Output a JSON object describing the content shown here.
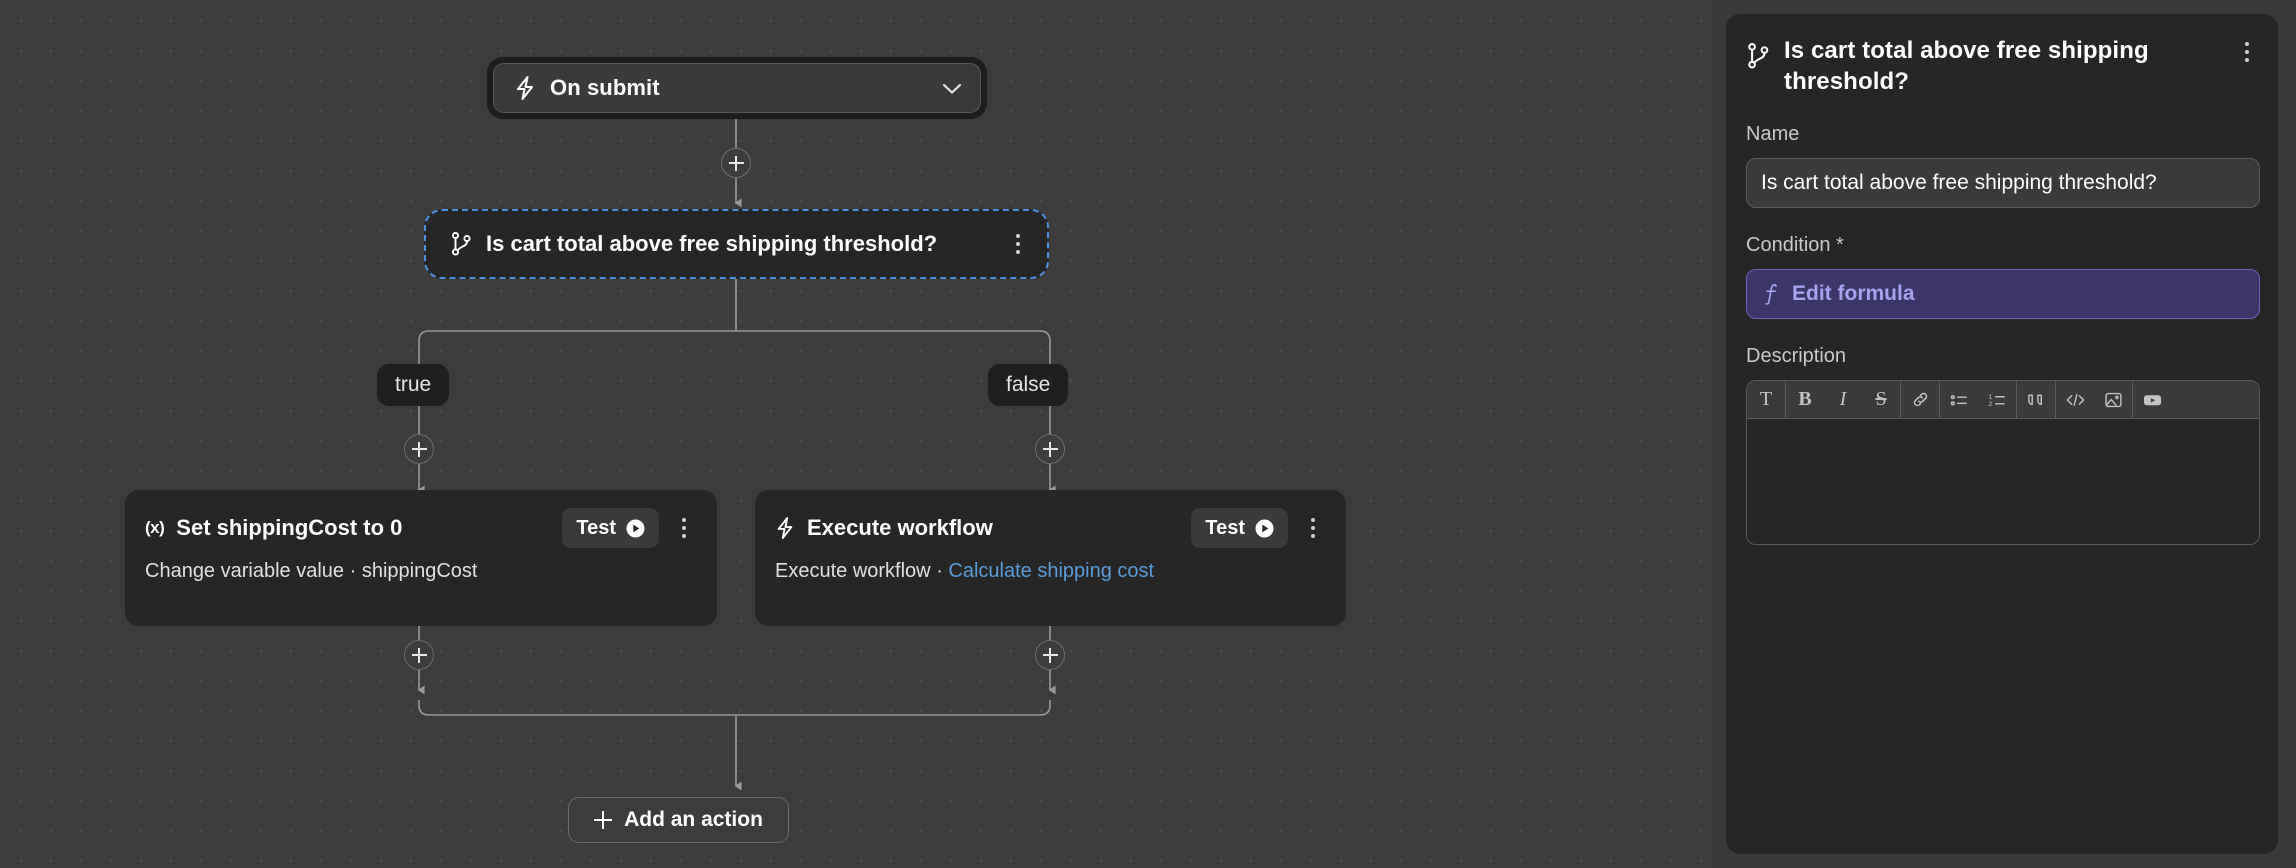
{
  "canvas": {
    "trigger": {
      "icon": "lightning-bolt-icon",
      "label": "On submit",
      "chevron": "chevron-down-icon"
    },
    "condition_node": {
      "icon": "branch-icon",
      "label": "Is cart total above free shipping threshold?",
      "menu": "kebab-menu-icon"
    },
    "branches": [
      {
        "label": "true"
      },
      {
        "label": "false"
      }
    ],
    "actions": [
      {
        "icon": "variable-icon",
        "icon_glyph": "(x)",
        "title": "Set shippingCost to 0",
        "test_label": "Test",
        "subtitle_prefix": "Change variable value",
        "separator": "·",
        "subtitle_link": "shippingCost",
        "subtitle_link_is_link": false
      },
      {
        "icon": "lightning-bolt-icon",
        "title": "Execute workflow",
        "test_label": "Test",
        "subtitle_prefix": "Execute workflow",
        "separator": "·",
        "subtitle_link": "Calculate shipping cost",
        "subtitle_link_is_link": true
      }
    ],
    "add_action": {
      "label": "Add an action",
      "icon": "plus-icon"
    },
    "plus_buttons": 5
  },
  "panel": {
    "header": {
      "icon": "branch-icon",
      "title": "Is cart total above free shipping threshold?",
      "menu": "kebab-menu-icon"
    },
    "name_field": {
      "label": "Name",
      "value": "Is cart total above free shipping threshold?",
      "placeholder": "Name"
    },
    "condition_field": {
      "label": "Condition *",
      "button_label": "Edit formula",
      "button_icon": "function-icon"
    },
    "description_field": {
      "label": "Description",
      "value": "",
      "toolbar": [
        {
          "name": "text-style-icon",
          "glyph": "T"
        },
        {
          "name": "bold-icon",
          "glyph": "B"
        },
        {
          "name": "italic-icon",
          "glyph": "I"
        },
        {
          "name": "strikethrough-icon",
          "glyph": "S"
        },
        {
          "name": "link-icon",
          "glyph": "link"
        },
        {
          "name": "bulleted-list-icon",
          "glyph": "ul"
        },
        {
          "name": "numbered-list-icon",
          "glyph": "ol"
        },
        {
          "name": "quote-icon",
          "glyph": "quote"
        },
        {
          "name": "code-icon",
          "glyph": "</>"
        },
        {
          "name": "image-icon",
          "glyph": "image"
        },
        {
          "name": "video-icon",
          "glyph": "video"
        }
      ]
    }
  },
  "colors": {
    "canvas_bg": "#3c3c3c",
    "node_bg": "#262626",
    "selection_blue": "#4f90e2",
    "link_blue": "#5b9bd8",
    "formula_bg": "#3b3568",
    "formula_fg": "#a9a2ef"
  }
}
